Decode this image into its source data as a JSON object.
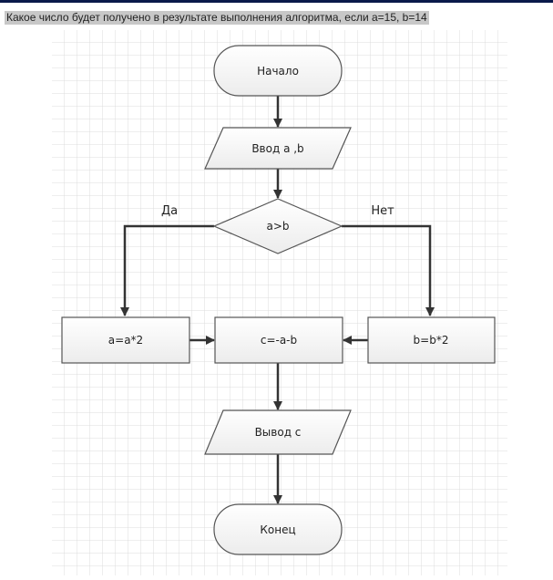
{
  "question": "Какое число будет получено в результате выполнения алгоритма, если a=15, b=14",
  "flowchart": {
    "start": "Начало",
    "input": "Ввод a ,b",
    "condition": "a>b",
    "yes": "Да",
    "no": "Нет",
    "yes_action": "a=a*2",
    "compute": "c=-a-b",
    "no_action": "b=b*2",
    "output": "Вывод c",
    "end": "Конец"
  }
}
